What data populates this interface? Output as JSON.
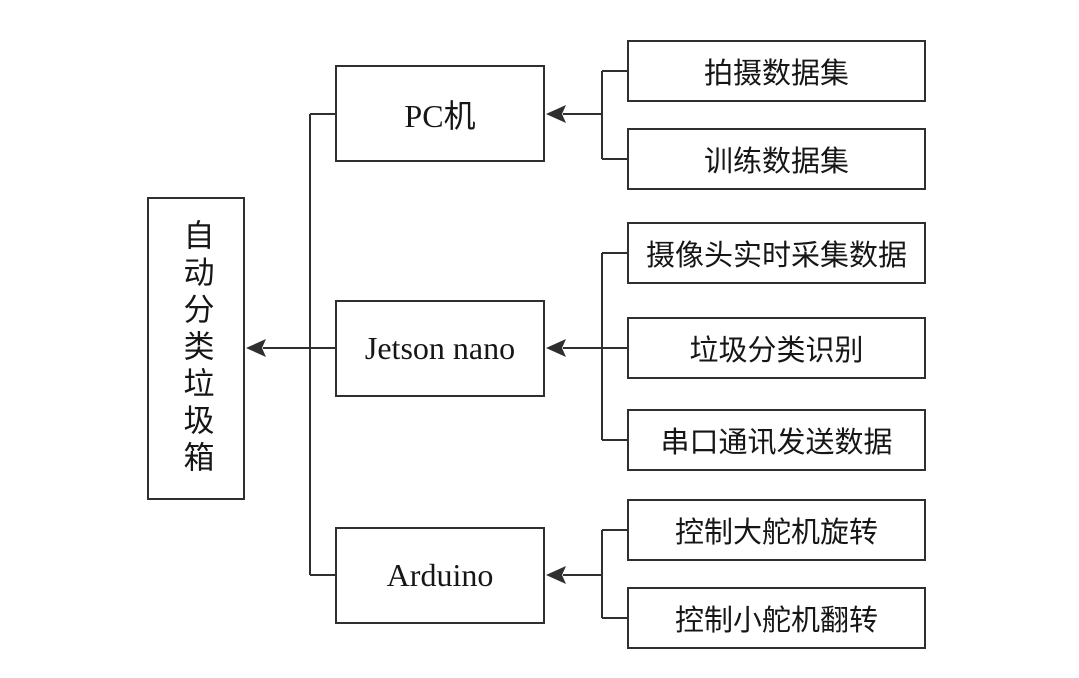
{
  "colors": {
    "line": "#2f2f2f",
    "border": "#2f2f2f",
    "text": "#161616",
    "bg": "#ffffff"
  },
  "diagram": {
    "root": {
      "label": "自动分类垃圾箱"
    },
    "modules": [
      {
        "label": "PC机",
        "children": [
          "拍摄数据集",
          "训练数据集"
        ]
      },
      {
        "label": "Jetson nano",
        "children": [
          "摄像头实时采集数据",
          "垃圾分类识别",
          "串口通讯发送数据"
        ]
      },
      {
        "label": "Arduino",
        "children": [
          "控制大舵机旋转",
          "控制小舵机翻转"
        ]
      }
    ]
  }
}
